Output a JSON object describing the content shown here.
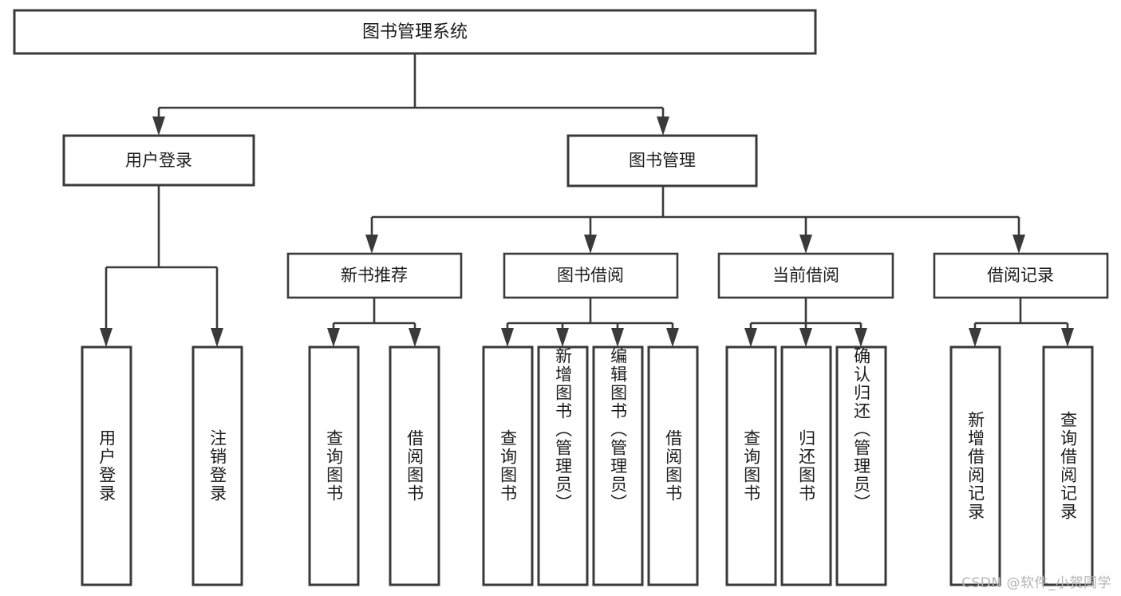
{
  "diagram": {
    "type": "tree-hierarchy-chart",
    "title": "图书管理系统",
    "watermark": "CSDN @软件_小贺同学",
    "colors": {
      "background": "#ffffff",
      "box_fill": "#ffffff",
      "box_stroke": "#3a3a3a",
      "text": "#1c1c1c",
      "watermark": "#b4b4b4"
    },
    "root": {
      "label": "图书管理系统"
    },
    "level2": [
      {
        "label": "用户登录"
      },
      {
        "label": "图书管理"
      }
    ],
    "level3": [
      {
        "label": "新书推荐"
      },
      {
        "label": "图书借阅"
      },
      {
        "label": "当前借阅"
      },
      {
        "label": "借阅记录"
      }
    ],
    "leaves": {
      "user_login": [
        {
          "label": "用户登录"
        },
        {
          "label": "注销登录"
        }
      ],
      "new_book_recommend": [
        {
          "label": "查询图书"
        },
        {
          "label": "借阅图书"
        }
      ],
      "book_borrow": [
        {
          "label": "查询图书"
        },
        {
          "label": "新增图书（管理员）"
        },
        {
          "label": "编辑图书（管理员）"
        },
        {
          "label": "借阅图书"
        }
      ],
      "current_borrow": [
        {
          "label": "查询图书"
        },
        {
          "label": "归还图书"
        },
        {
          "label": "确认归还（管理员）"
        }
      ],
      "borrow_record": [
        {
          "label": "新增借阅记录"
        },
        {
          "label": "查询借阅记录"
        }
      ]
    }
  }
}
